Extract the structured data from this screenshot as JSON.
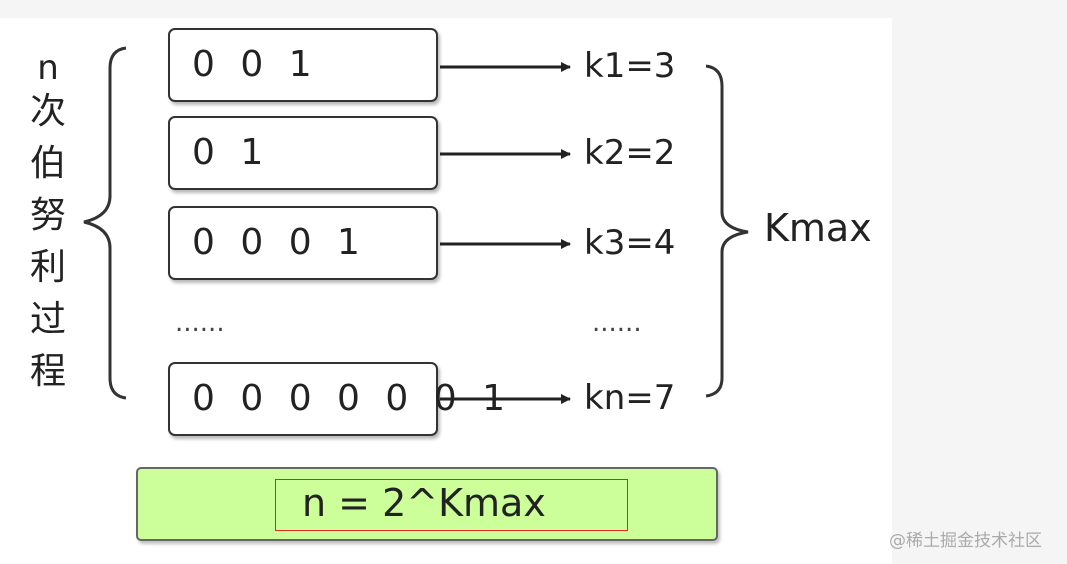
{
  "side_label": {
    "n": "n",
    "chars": [
      "次",
      "伯",
      "努",
      "利",
      "过",
      "程"
    ]
  },
  "sequences": [
    "0 0 1",
    "0 1",
    "0 0 0 1",
    "0 0 0 0 0 0 1"
  ],
  "k_values": [
    "k1=3",
    "k2=2",
    "k3=4",
    "kn=7"
  ],
  "ellipsis": "......",
  "kmax_label": "Kmax",
  "formula": "n = 2^Kmax",
  "watermark": "@稀土掘金技术社区",
  "colors": {
    "formula_bg": "#ccff99",
    "formula_border": "#e0291c",
    "stroke": "#333333"
  }
}
